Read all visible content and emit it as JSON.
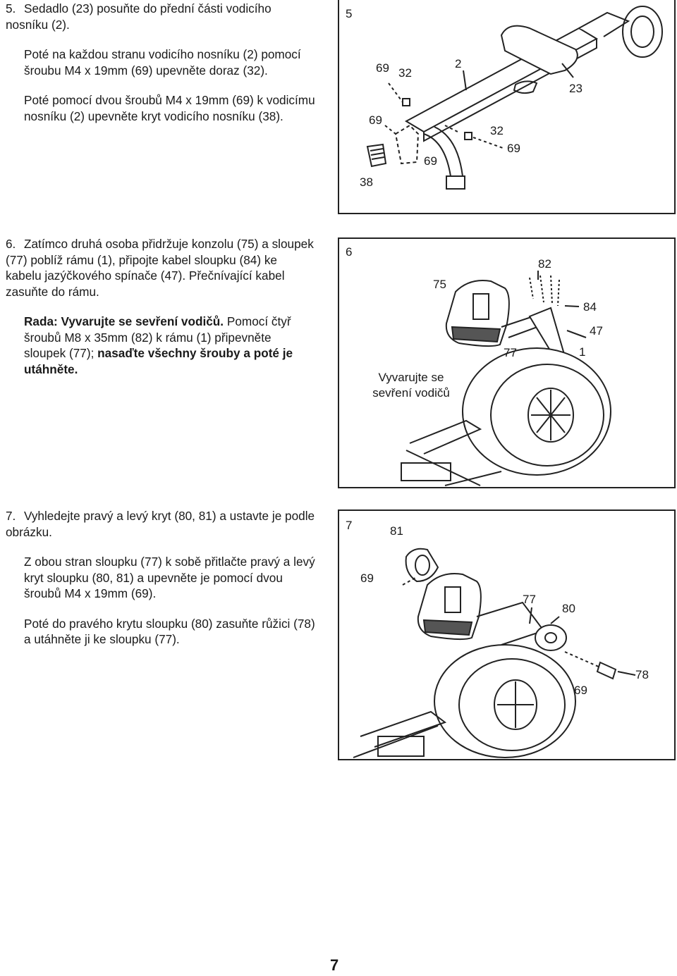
{
  "page_number": "7",
  "steps": [
    {
      "number": "5.",
      "paragraphs": [
        "Sedadlo (23) posuňte do přední části vodicího nosníku (2).",
        "Poté na každou stranu vodicího nosníku (2) pomocí šroubu M4 x 19mm (69) upevněte doraz (32).",
        "Poté pomocí dvou šroubů M4 x 19mm (69) k vodicímu nosníku (2) upevněte kryt vodicího nosníku (38)."
      ],
      "figure": {
        "number": "5",
        "callouts": [
          "69",
          "32",
          "2",
          "23",
          "69",
          "69",
          "32",
          "69",
          "38"
        ]
      }
    },
    {
      "number": "6.",
      "paragraph1": "Zatímco druhá osoba přidržuje konzolu (75) a sloupek (77) poblíž rámu (1), připojte kabel sloupku (84) ke kabelu jazýčkového spínače (47). Přečnívající kabel zasuňte do rámu.",
      "tip_bold": "Rada: Vyvarujte se sevření vodičů.",
      "tip_text": " Pomocí čtyř šroubů M8 x 35mm (82) k rámu (1) připevněte sloupek (77); ",
      "tip_bold_end": "nasaďte všechny šrouby a poté je utáhněte.",
      "figure": {
        "number": "6",
        "callouts": [
          "82",
          "75",
          "84",
          "47",
          "77",
          "1"
        ],
        "warning_line1": "Vyvarujte se",
        "warning_line2": "sevření vodičů"
      }
    },
    {
      "number": "7.",
      "paragraphs": [
        "Vyhledejte pravý a levý kryt (80, 81) a ustavte je podle obrázku.",
        "Z obou stran sloupku (77) k sobě přitlačte pravý a levý kryt sloupku (80, 81) a upevněte je pomocí dvou šroubů M4 x 19mm (69).",
        "Poté do pravého krytu sloupku (80) zasuňte růžici (78) a utáhněte ji ke sloupku (77)."
      ],
      "figure": {
        "number": "7",
        "callouts": [
          "81",
          "69",
          "77",
          "80",
          "69",
          "78"
        ]
      }
    }
  ]
}
